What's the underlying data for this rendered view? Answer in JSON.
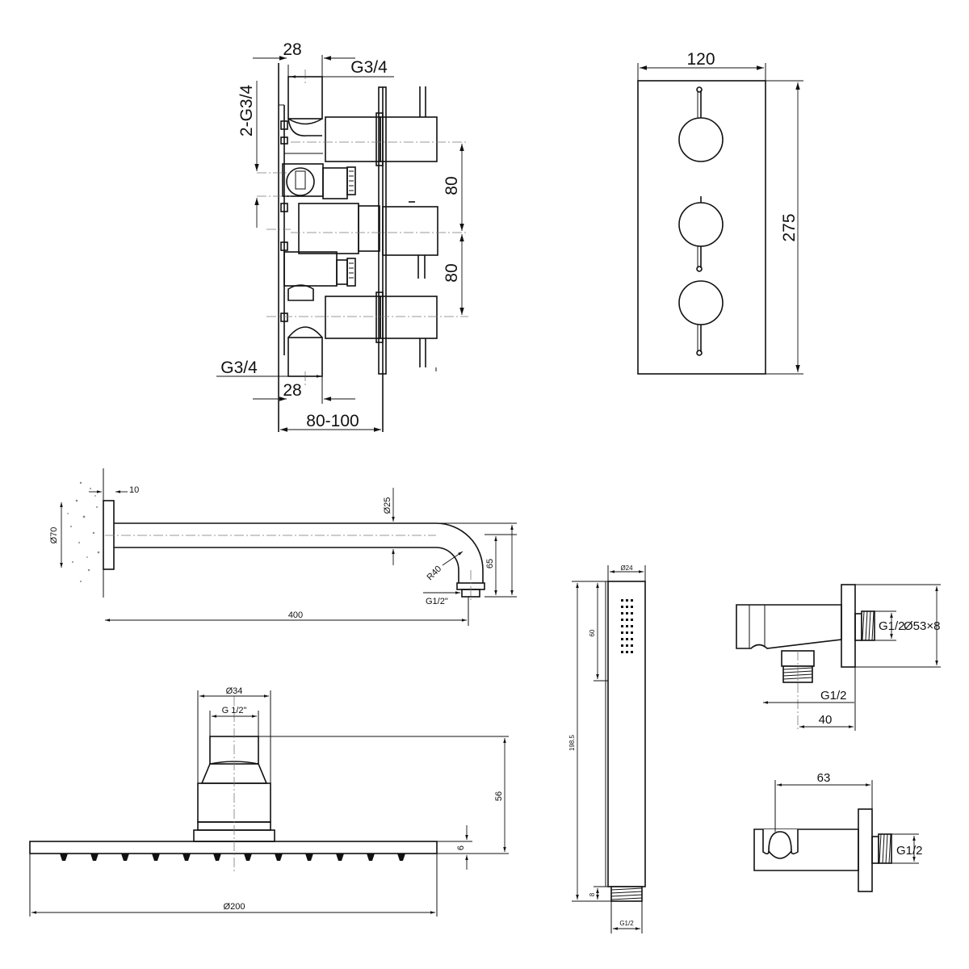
{
  "valve_side": {
    "dim_top_width": "28",
    "dim_top_thread": "G3/4",
    "dim_side_thread": "2-G3/4",
    "dim_spacing_upper": "80",
    "dim_spacing_lower": "80",
    "dim_bottom_thread": "G3/4",
    "dim_bottom_width": "28",
    "dim_depth": "80-100"
  },
  "faceplate": {
    "dim_width": "120",
    "dim_height": "275"
  },
  "shower_arm": {
    "dim_flange": "10",
    "dim_flange_dia": "Ø70",
    "dim_pipe_dia": "Ø25",
    "dim_bend_radius": "R40",
    "dim_drop": "65",
    "dim_outlet_thread": "G1/2\"",
    "dim_length": "400"
  },
  "shower_head": {
    "dim_neck_dia": "Ø34",
    "dim_thread": "G 1/2\"",
    "dim_height": "56",
    "dim_plate": "6",
    "dim_diameter": "Ø200"
  },
  "hand_shower": {
    "dim_dia": "Ø24",
    "dim_spray": "60",
    "dim_length": "198.5",
    "dim_thread_len": "8",
    "dim_thread": "G1/2"
  },
  "wall_outlet": {
    "dim_thread_out": "G1/2",
    "dim_flange": "Ø53×8",
    "dim_thread_in": "G1/2",
    "dim_depth": "40"
  },
  "holder": {
    "dim_length": "63",
    "dim_thread": "G1/2"
  }
}
